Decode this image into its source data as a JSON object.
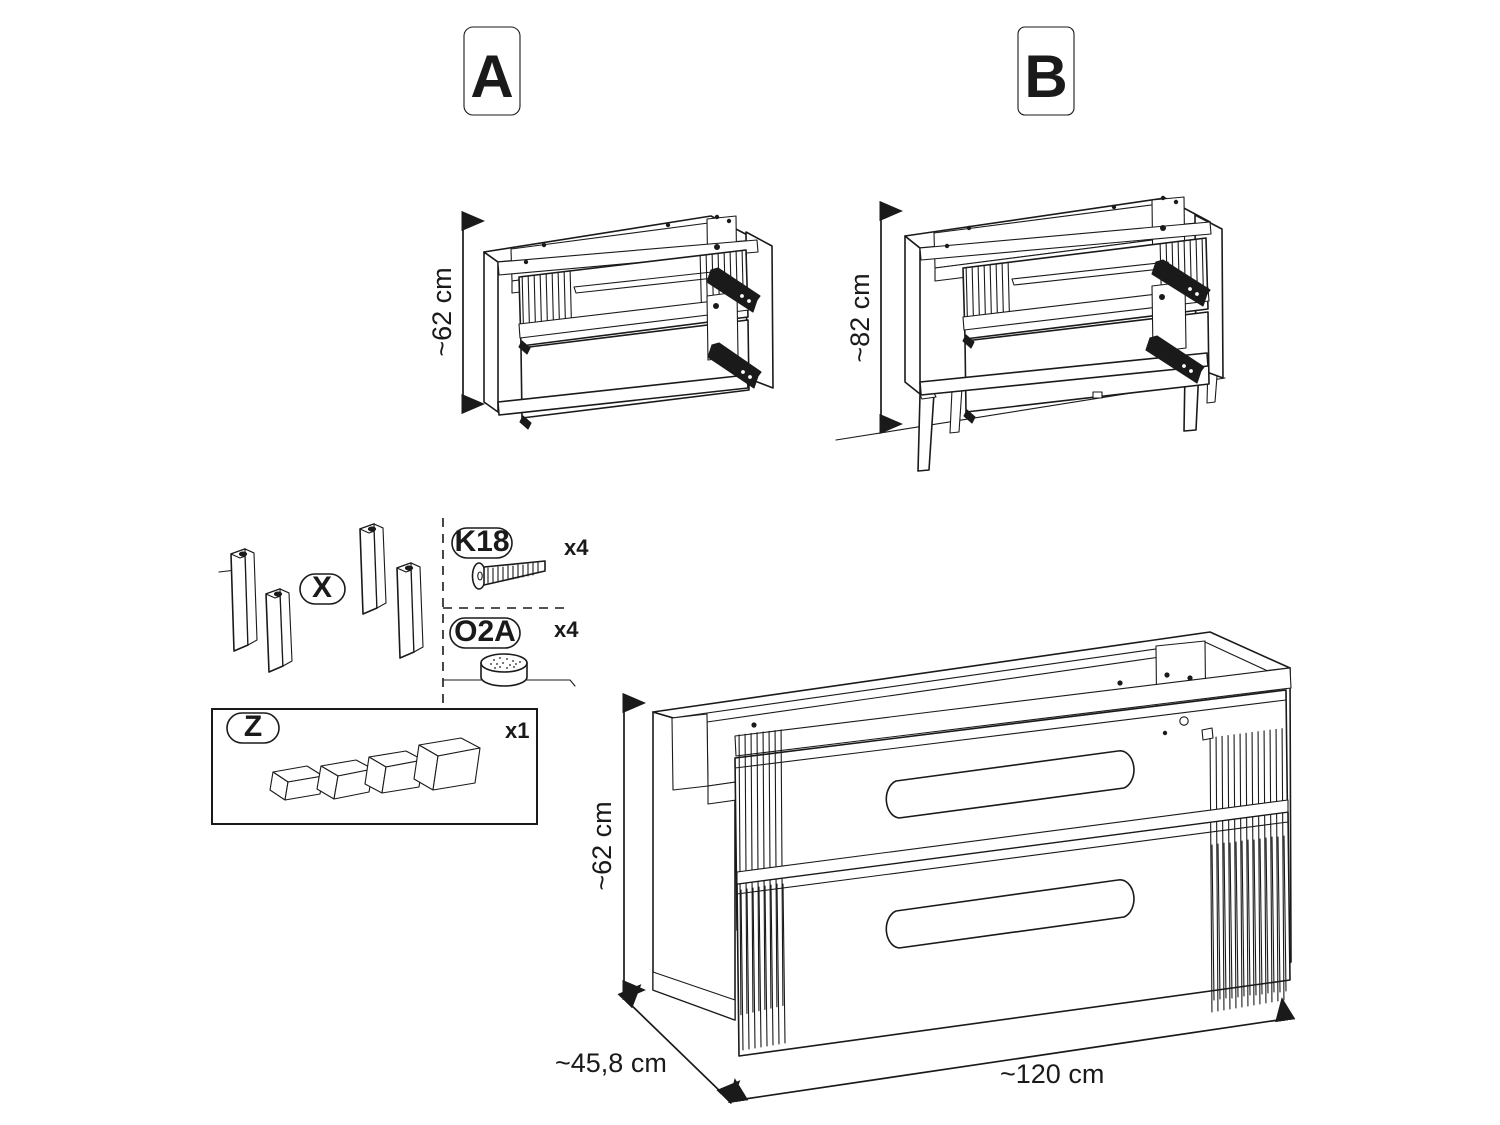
{
  "sheet": {
    "background": "#ffffff",
    "ink": "#1a1a1a"
  },
  "variants": [
    {
      "id": "A",
      "label": "A",
      "height_label": "~62 cm",
      "description": "wall-hung cabinet without legs"
    },
    {
      "id": "B",
      "label": "B",
      "height_label": "~82 cm",
      "description": "cabinet standing on four legs"
    }
  ],
  "parts": [
    {
      "code": "X",
      "qty": "",
      "description": "tapered legs",
      "count_drawn": 4
    },
    {
      "code": "K18",
      "qty": "x4",
      "description": "pan-head screw"
    },
    {
      "code": "O2A",
      "qty": "x4",
      "description": "felt pad"
    },
    {
      "code": "Z",
      "qty": "x1",
      "description": "panel set"
    }
  ],
  "main_view": {
    "height_label": "~62 cm",
    "depth_label": "~45,8 cm",
    "width_label": "~120 cm",
    "drawers": 2
  }
}
